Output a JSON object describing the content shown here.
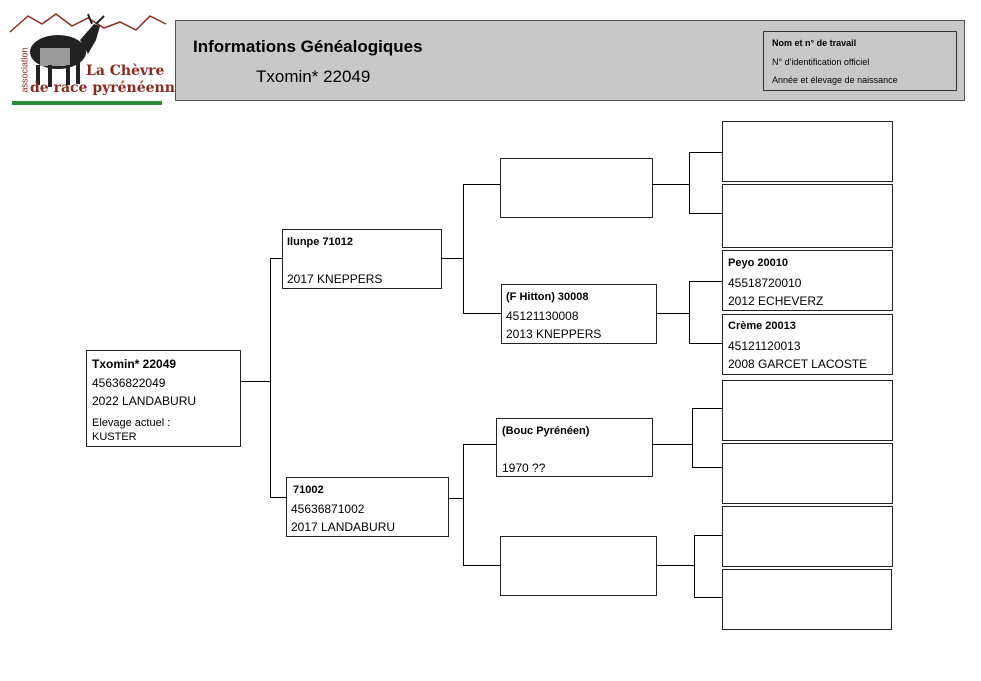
{
  "logo": {
    "assoc": "association",
    "line1": "La Chèvre",
    "line2": "de race pyrénéenne"
  },
  "header": {
    "title": "Informations Généalogiques",
    "animal": "Txomin* 22049"
  },
  "legend": {
    "line1": "Nom et n° de travail",
    "line2": "N° d'identification officiel",
    "line3": "Année et élevage de naissance"
  },
  "subject": {
    "name": "Txomin* 22049",
    "id": "45636822049",
    "birth": "2022 LANDABURU",
    "current_label": "Elevage actuel :",
    "current": "KUSTER"
  },
  "sire": {
    "name": "Ilunpe 71012",
    "birth": "2017 KNEPPERS"
  },
  "dam": {
    "name": "71002",
    "id": "45636871002",
    "birth": "2017 LANDABURU"
  },
  "dam_sire": {
    "name": "(F Hitton) 30008",
    "id": "45121130008",
    "birth": "2013 KNEPPERS"
  },
  "dam_sire_sire": {
    "name": "Peyo 20010",
    "id": "45518720010",
    "birth": "2012 ECHEVERZ"
  },
  "dam_sire_dam": {
    "name": "Crème 20013",
    "id": "45121120013",
    "birth": "2008 GARCET LACOSTE"
  },
  "dam2_sire": {
    "name": "(Bouc Pyrénéen)",
    "birth": "1970 ??"
  }
}
